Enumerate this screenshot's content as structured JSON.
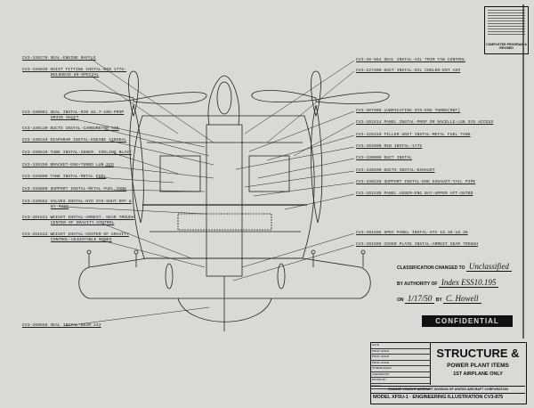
{
  "left_callouts": [
    {
      "part": "CV3-330270",
      "text": "SEAL-ENGINE BAFFLE"
    },
    {
      "part": "CV3-320030",
      "text": "HOIST FITTING INSTAL-RIB 1775-",
      "text2": "BULKHEAD 89-SPECIAL"
    },
    {
      "part": "CV3-330061",
      "text": "SEAL INSTAL-RIB 82.7-106-PROP",
      "text2": "DRIVE SHAFT"
    },
    {
      "part": "CV3-330130",
      "text": "DUCTS INSTAL-CARBURETOR AIR"
    },
    {
      "part": "CV3-330240",
      "text": "DIAPHRAM INSTAL-ENGINE AIRSEAL"
    },
    {
      "part": "CV3-330610",
      "text": "TUBE INSTAL-GENER. COOLING BLAST"
    },
    {
      "part": "CV3-330150",
      "text": "BRACKET-ENG+TURBO LUB SYS"
    },
    {
      "part": "CV3-326000",
      "text": "TANK INSTAL-METAL FUEL"
    },
    {
      "part": "CV3-326800",
      "text": "SUPPORT INSTAL-METAL FUEL TANK"
    },
    {
      "part": "CV3-220552",
      "text": "VALVES INSTAL-HYD SYS-SHUT-OFF &",
      "text2": "BY-PASS"
    },
    {
      "part": "CV3-201521",
      "text": "WEIGHT INSTAL-ARREST. GEAR TROUGH",
      "text2": "CENTER OF GRAVITY CONTROL"
    },
    {
      "part": "CV3-201522",
      "text": "WEIGHT INSTAL-CENTER OF GRAVITY",
      "text2": "CONTROL-ADJUSTABLE BONES"
    },
    {
      "part": "CV3-200558",
      "text": "SEAL INSTAL-BEAM 242"
    }
  ],
  "right_callouts": [
    {
      "part": "CV3-20-564",
      "text": "SEAL INSTAL-AIL TRIM TAB CONTROL"
    },
    {
      "part": "CV3-227300",
      "text": "DUCT INSTAL-OIL COOLER-ENT AIR"
    },
    {
      "part": "CV3-307000",
      "text": "LUBRICATING SYS-ENG TURBO(REF)"
    },
    {
      "part": "CV3-201514",
      "text": "PANEL INSTAL-PROP DR NACELLE-LUB SYS ACCESS"
    },
    {
      "part": "CV3-326310",
      "text": "FILLER UNIT INSTAL-METAL FUEL TANK"
    },
    {
      "part": "CV3-204000",
      "text": "RIB INSTAL-1775"
    },
    {
      "part": "CV3-330000",
      "text": "DUCT INSTAL"
    },
    {
      "part": "CV3-330200",
      "text": "DUCTS INSTAL-EXHAUST"
    },
    {
      "part": "CV3-330230",
      "text": "SUPPORT INSTAL-ENG EXHAUST-TAIL PIPE"
    },
    {
      "part": "CV3-201530",
      "text": "PANEL ASSEM-ENG BAY-UPPER AFT-OUTBD"
    },
    {
      "part": "CV3-201505",
      "text": "SPEC PANEL INSTAL-STA 18.38-18.38"
    },
    {
      "part": "CV3-201508",
      "text": "COVER PLATE INSTAL-ARREST GEAR TROUGH"
    }
  ],
  "classification": {
    "changed_to_label": "CLASSIFICATION CHANGED TO",
    "changed_to_value": "Unclassified",
    "authority_label": "BY AUTHORITY OF",
    "authority_value": "Index  ESS10.195",
    "on_label": "ON",
    "date_value": "1/17/50",
    "by_label": "BY",
    "signature": "C. Howell",
    "stamp": "CONFIDENTIAL"
  },
  "revision_block": {
    "text": "COMPLETED PROGRAM & REVISED"
  },
  "title_block": {
    "rows": [
      "DATE",
      "PROD. ENGR.",
      "PROD. ENGR.",
      "PROD. ENGR.",
      "STRESS ENGR.",
      "CHECKED BY",
      "DRAWN BY",
      "SCALE"
    ],
    "title1": "STRUCTURE &",
    "title2": "POWER PLANT ITEMS",
    "title3": "1ST AIRPLANE ONLY",
    "company": "CHANCE VOUGHT AIRCRAFT DIVISION OF UNITED AIRCRAFT CORPORATION",
    "model": "MODEL XF5U-1  · ENGINEERING ILLUSTRATION CV3-875"
  }
}
